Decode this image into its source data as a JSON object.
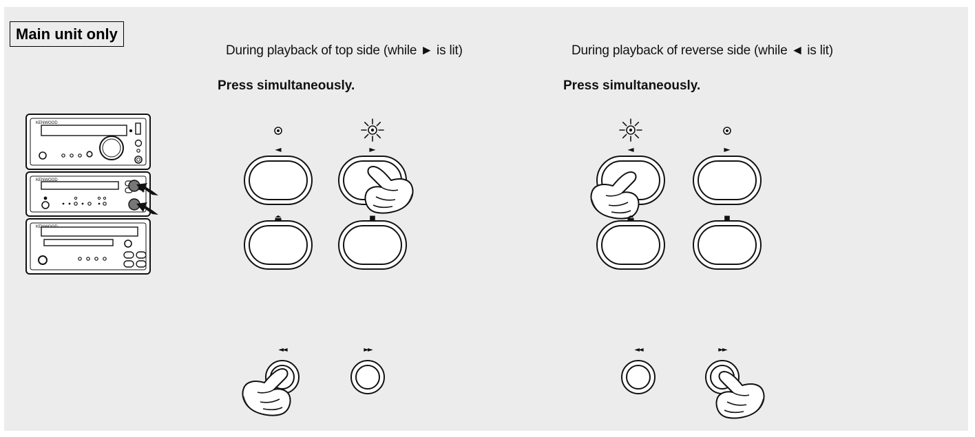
{
  "badge": "Main unit only",
  "left": {
    "caption": "During playback of top side (while ► is lit)",
    "press": "Press simultaneously."
  },
  "right": {
    "caption": "During playback of reverse side (while ◄ is lit)",
    "press": "Press simultaneously."
  },
  "symbols": {
    "play_reverse": "◄",
    "play_forward": "►",
    "eject": "⏏",
    "stop": "■",
    "rewind": "◄◄",
    "fast_forward": "►►"
  },
  "device": {
    "brand": "KENWOOD"
  },
  "colors": {
    "panel": "#ececec",
    "ink": "#111111",
    "button_face": "#ffffff"
  }
}
